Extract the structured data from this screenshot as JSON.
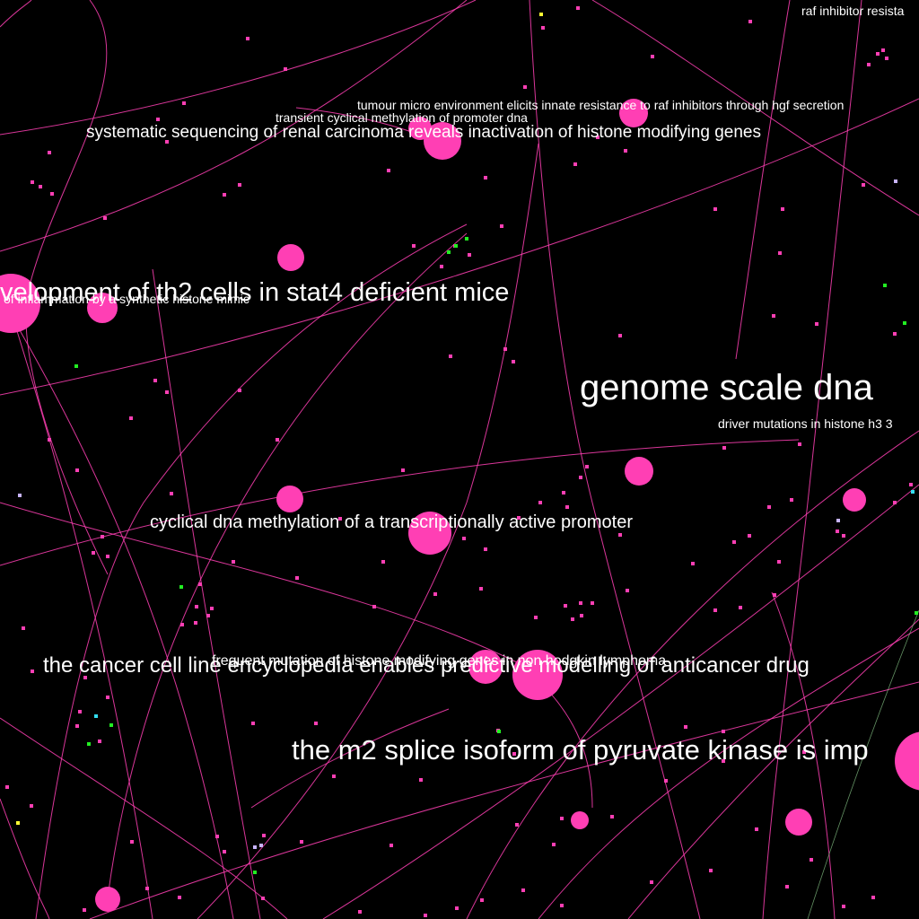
{
  "colors": {
    "background": "#000000",
    "node": "#ff3fb4",
    "edge": "#ff3fb4",
    "label": "#ffffff",
    "accent_green": "#22ee22",
    "accent_yellow": "#ffff33",
    "accent_cyan": "#33ddee",
    "accent_lavender": "#c8b4ff"
  },
  "labels": {
    "raf_inhibitor": "raf inhibitor resista",
    "tumour_micro": "tumour micro environment elicits innate resistance to raf inhibitors through hgf secretion",
    "transient_cyclical": "transient cyclical methylation of promoter dna",
    "systematic_sequencing": "systematic sequencing of renal carcinoma reveals inactivation of histone modifying genes",
    "th2_cells": "velopment of th2 cells in stat4 deficient mice",
    "inflammation": "of inflammation by a synthetic histone mimic",
    "genome_scale": "genome scale dna",
    "driver_mutations": "driver mutations in histone h3 3",
    "cyclical_dna": "cyclical dna methylation of a transcriptionally active promoter",
    "frequent_mutation": "frequent mutation of histone modifying genes in non hodgkin lymphoma",
    "cancer_cell_line": "the cancer cell line encyclopedia enables predictive modelling of anticancer drug",
    "m2_splice": "the m2 splice isoform of pyruvate kinase is imp"
  }
}
